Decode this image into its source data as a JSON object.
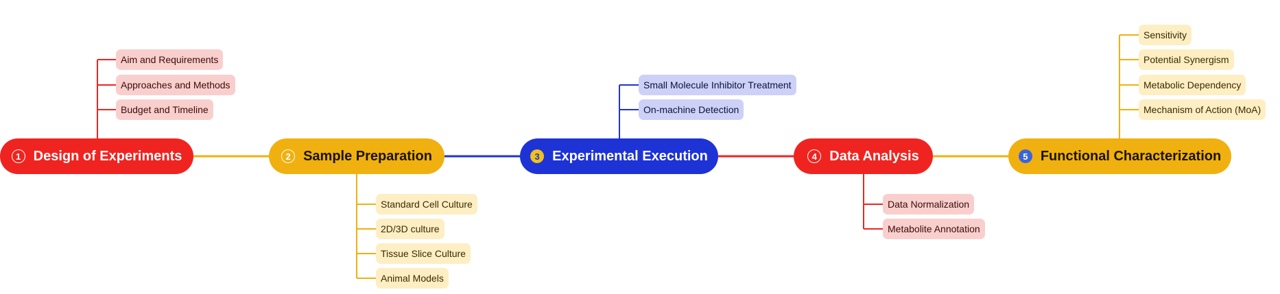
{
  "colors": {
    "red": "#ef2420",
    "yellow": "#f0b00f",
    "blue": "#1d33d5",
    "green": "#2e9e57",
    "light_red": "#f9cfcd",
    "light_yellow": "#fdeec4",
    "light_blue": "#cdd1f7"
  },
  "nodes": [
    {
      "number": "1",
      "label": "Design of Experiments",
      "children": [
        "Aim and Requirements",
        "Approaches and Methods",
        "Budget and Timeline"
      ]
    },
    {
      "number": "2",
      "label": "Sample Preparation",
      "children": [
        "Standard Cell Culture",
        "2D/3D culture",
        "Tissue Slice Culture",
        "Animal Models"
      ]
    },
    {
      "number": "3",
      "label": "Experimental Execution",
      "children": [
        "Small Molecule Inhibitor Treatment",
        "On-machine Detection"
      ]
    },
    {
      "number": "4",
      "label": "Data Analysis",
      "children": [
        "Data Normalization",
        "Metabolite Annotation"
      ]
    },
    {
      "number": "5",
      "label": "Functional Characterization",
      "children": [
        "Sensitivity",
        "Potential Synergism",
        "Metabolic Dependency",
        "Mechanism of Action (MoA)"
      ]
    }
  ]
}
